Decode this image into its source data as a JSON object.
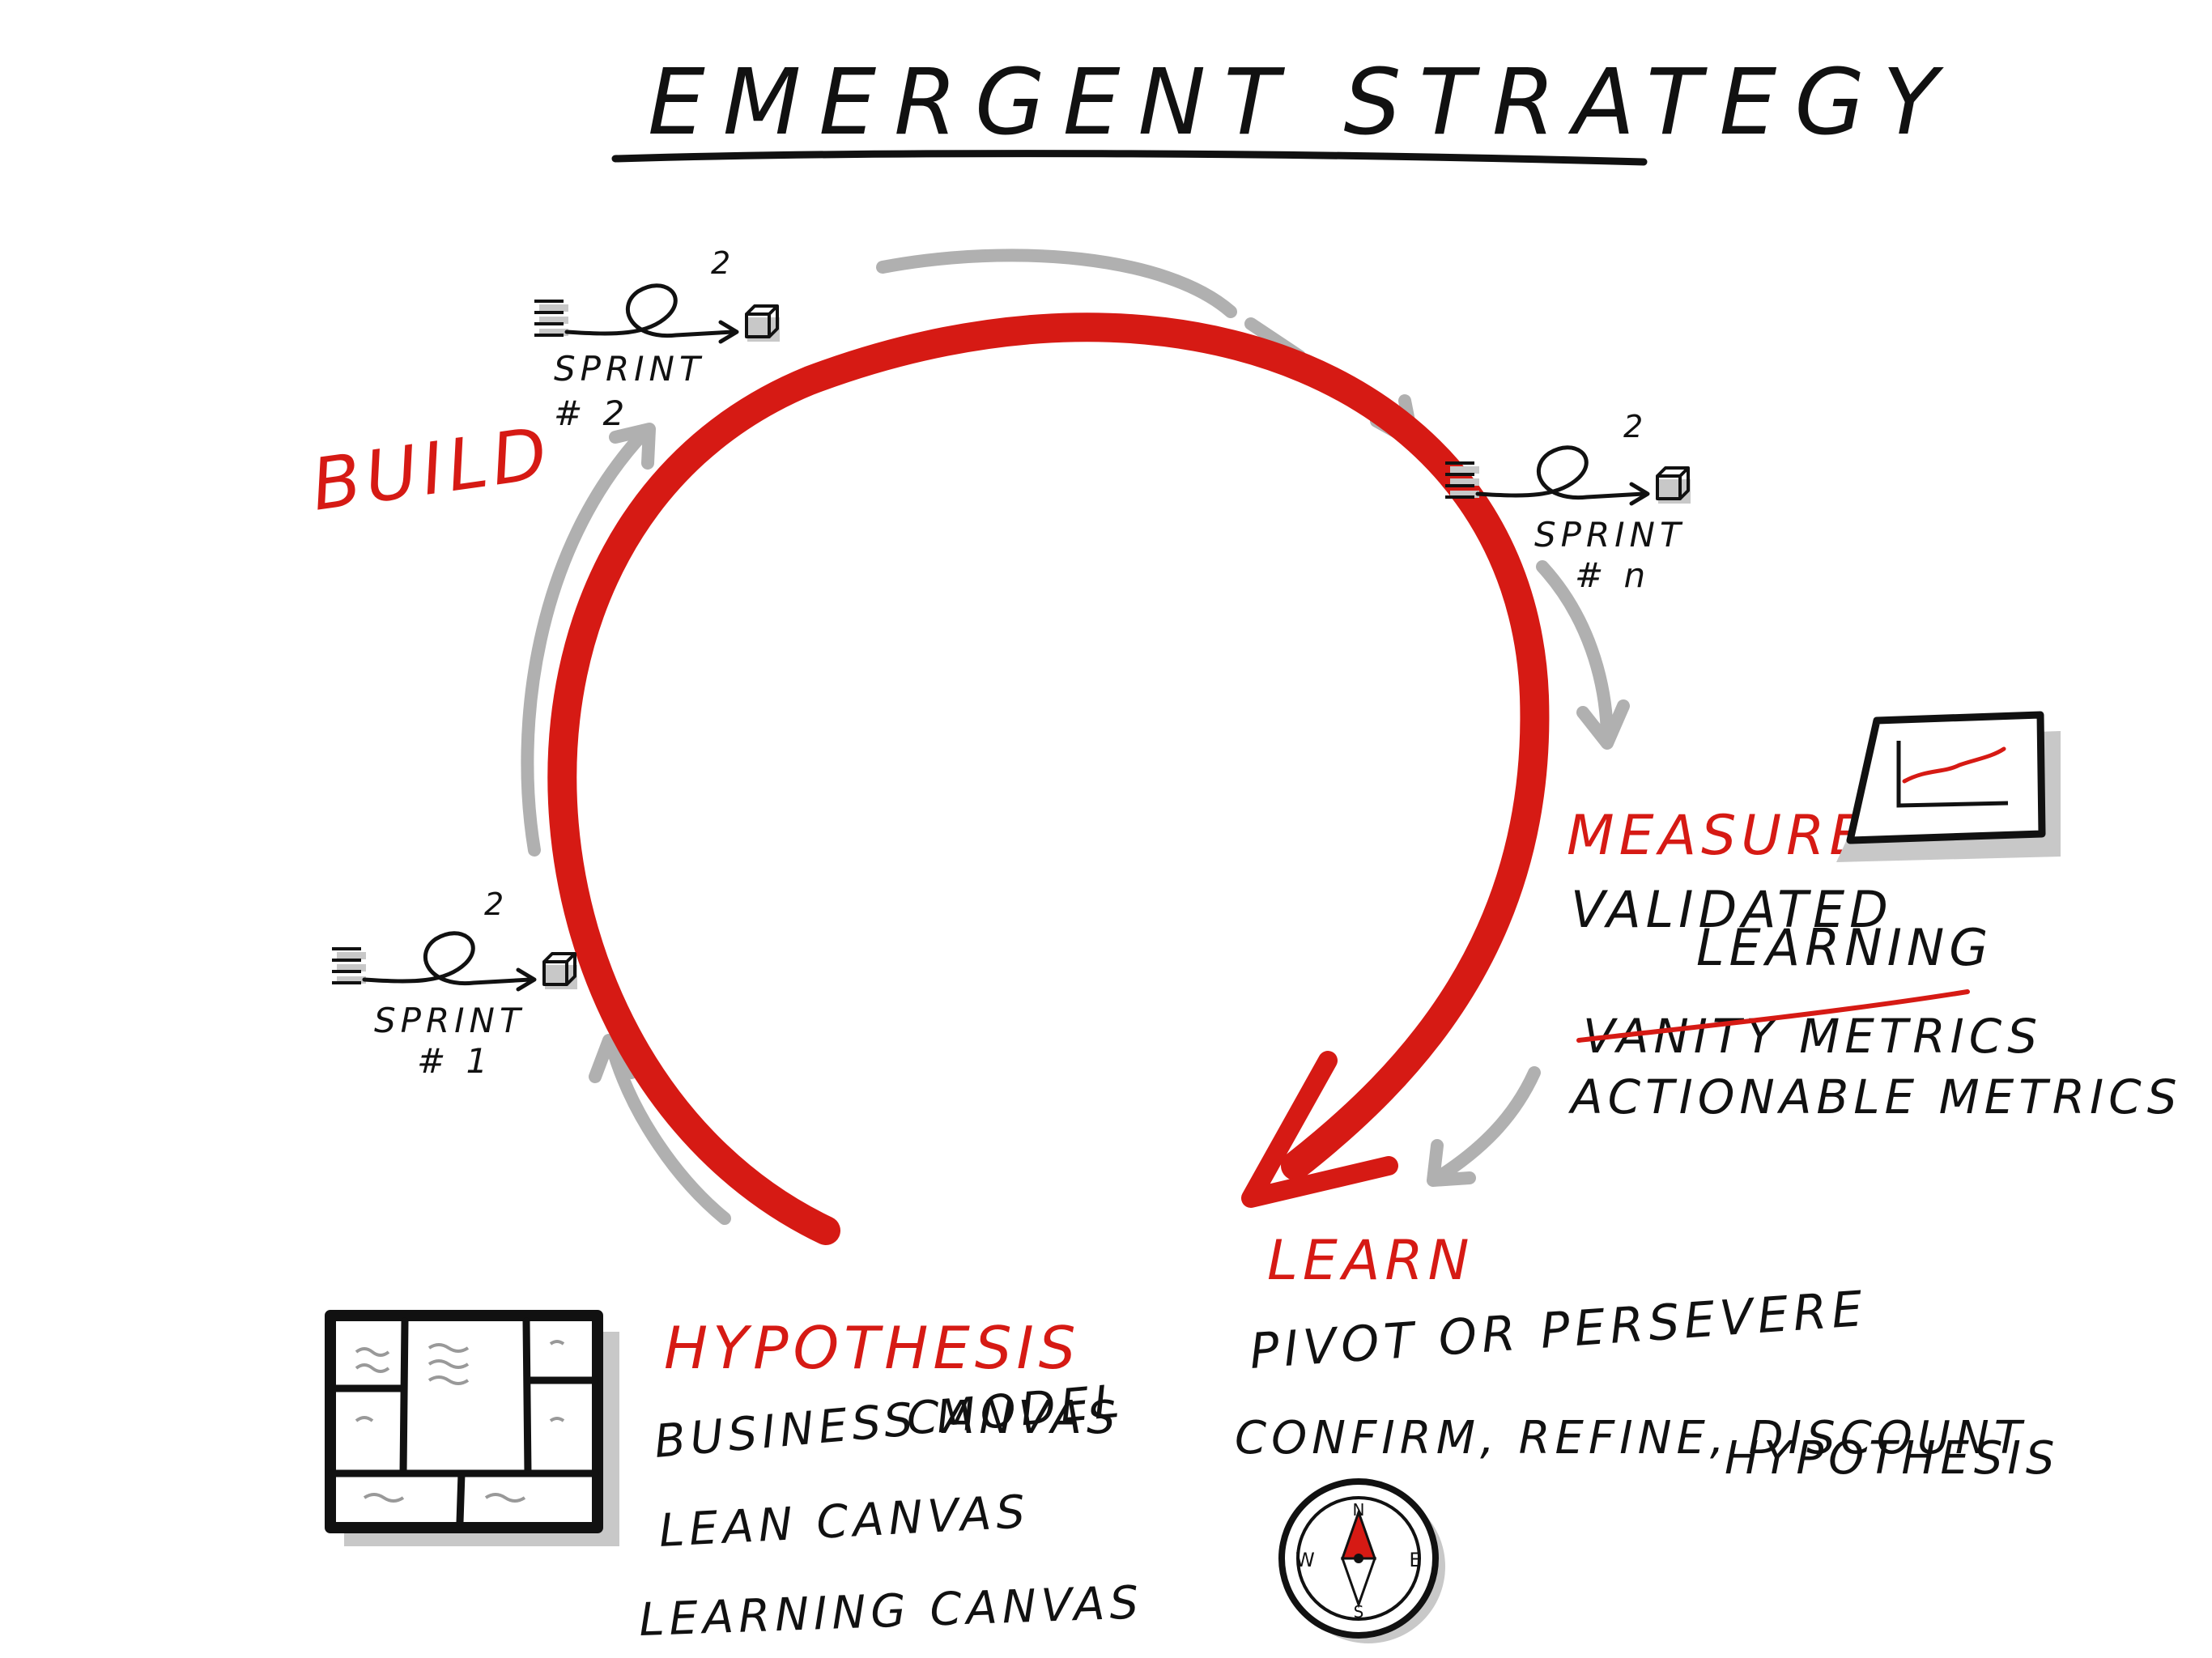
{
  "title": "EMERGENT STRATEGY",
  "colors": {
    "accent_red": "#d61a14",
    "ink": "#111111",
    "gray_arrow": "#b0b0b0",
    "shadow": "#c8c8c8"
  },
  "stages": {
    "build": {
      "label": "BUILD"
    },
    "measure": {
      "label": "MEASURE",
      "items": {
        "validated_line1": "VALIDATED",
        "validated_line2": "LEARNING",
        "vanity": "VANITY METRICS",
        "actionable": "ACTIONABLE METRICS"
      },
      "icon": "line-chart-icon"
    },
    "learn": {
      "label": "LEARN",
      "items": {
        "pivot": "PIVOT OR PERSEVERE",
        "confirm_line1": "CONFIRM, REFINE, DISCOUNT",
        "confirm_line2": "HYPOTHESIS"
      },
      "icon": "compass-icon",
      "compass": {
        "n": "N",
        "s": "S",
        "e": "E",
        "w": "W"
      }
    },
    "hypothesis": {
      "label": "HYPOTHESIS",
      "items": {
        "bmc_line1": "BUSINESS MODEL",
        "bmc_line2": "CANVAS",
        "lean": "LEAN CANVAS",
        "learning": "LEARNING CANVAS"
      },
      "icon": "canvas-grid-icon"
    }
  },
  "sprints": {
    "sprint1": {
      "line1": "SPRINT",
      "line2": "# 1",
      "loop_mark": "2"
    },
    "sprint2": {
      "line1": "SPRINT",
      "line2": "# 2",
      "loop_mark": "2"
    },
    "sprintn": {
      "line1": "SPRINT",
      "line2": "# n",
      "loop_mark": "2"
    }
  }
}
